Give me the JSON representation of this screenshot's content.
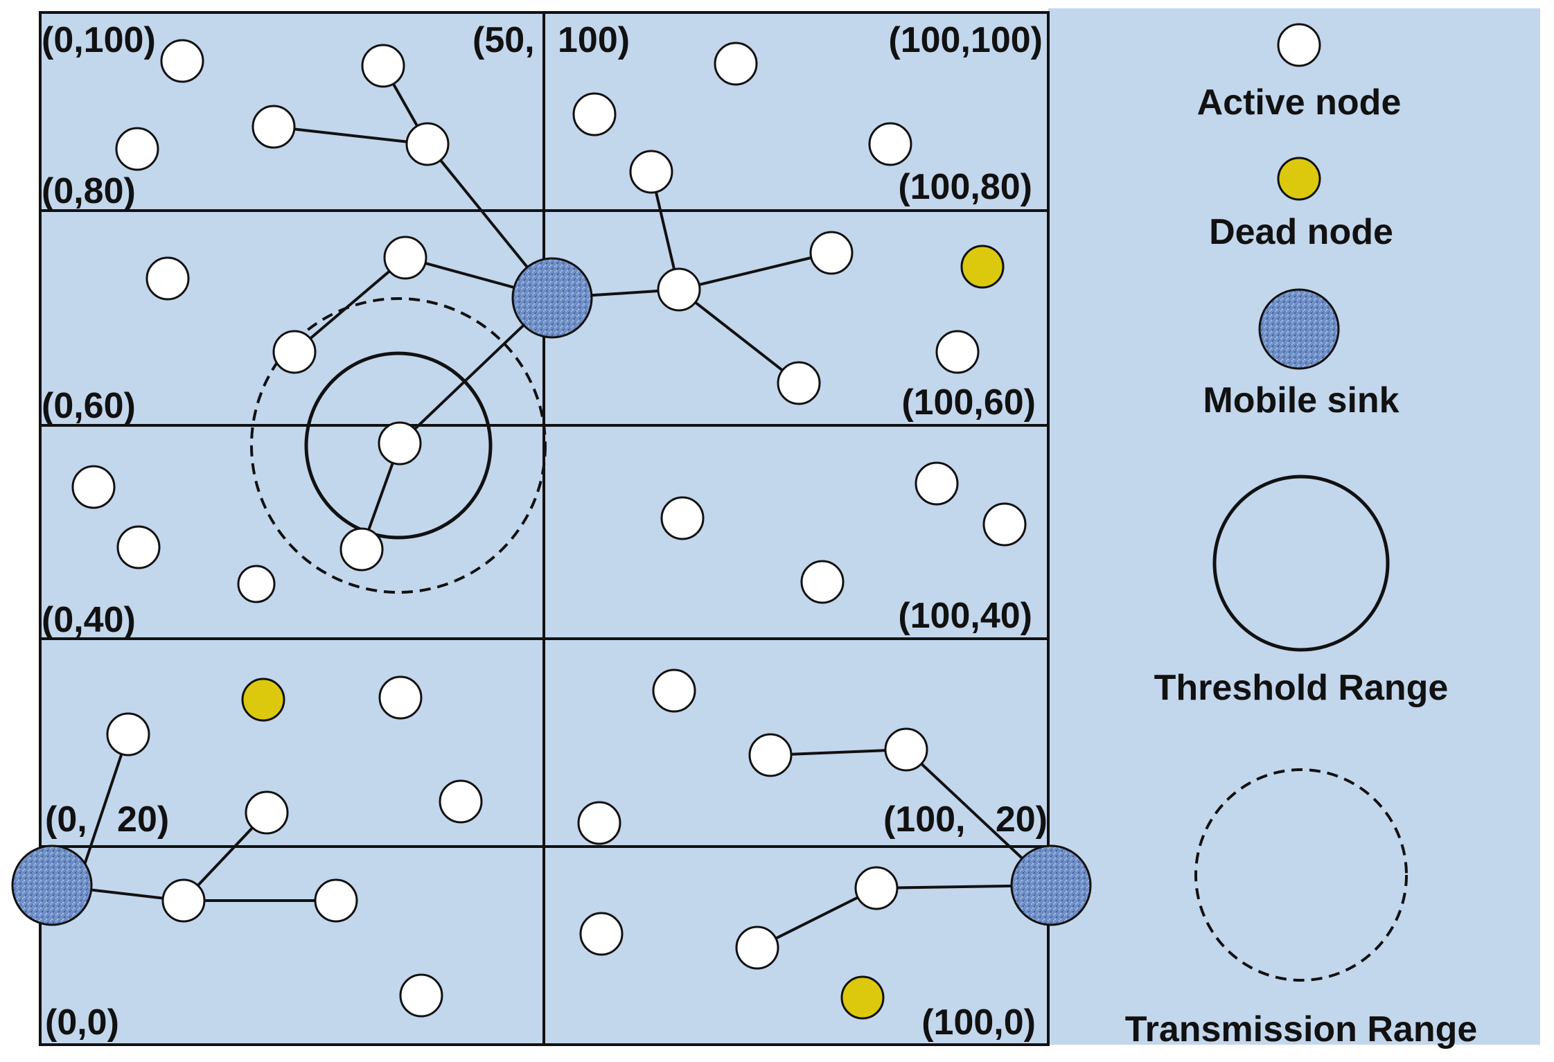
{
  "colors": {
    "background": "#c2d6ec",
    "line": "#111111",
    "active_node": "#ffffff",
    "dead_node": "#dcc90e",
    "sink": "#6f8fc6"
  },
  "coordinate_labels": [
    {
      "id": "0-100",
      "text": "(0,100)"
    },
    {
      "id": "50-100-a",
      "text": "(50,"
    },
    {
      "id": "50-100-b",
      "text": "100)"
    },
    {
      "id": "100-100",
      "text": "(100,100)"
    },
    {
      "id": "0-80",
      "text": "(0,80)"
    },
    {
      "id": "100-80",
      "text": "(100,80)"
    },
    {
      "id": "0-60",
      "text": "(0,60)"
    },
    {
      "id": "100-60",
      "text": "(100,60)"
    },
    {
      "id": "0-40",
      "text": "(0,40)"
    },
    {
      "id": "100-40",
      "text": "(100,40)"
    },
    {
      "id": "0-20",
      "text": "(0,   20)"
    },
    {
      "id": "100-20",
      "text": "(100,   20)"
    },
    {
      "id": "0-0",
      "text": "(0,0)"
    },
    {
      "id": "100-0",
      "text": "(100,0)"
    }
  ],
  "legend": {
    "active_node": "Active node",
    "dead_node": "Dead node",
    "mobile_sink": "Mobile sink",
    "threshold_range": "Threshold Range",
    "transmission_range": "Transmission Range"
  }
}
